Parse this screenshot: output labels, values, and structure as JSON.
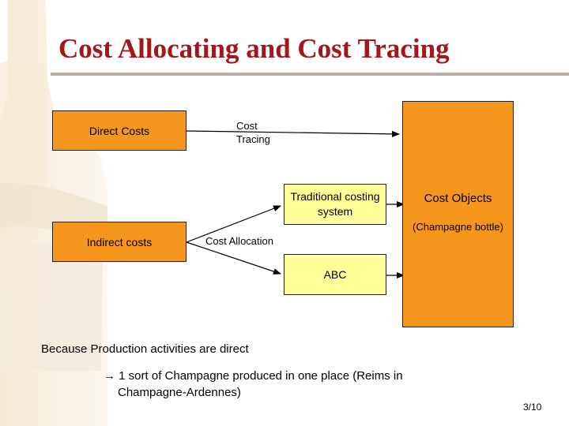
{
  "title": "Cost Allocating and Cost Tracing",
  "diagram": {
    "direct_costs": "Direct Costs",
    "indirect_costs": "Indirect costs",
    "cost_tracing_label": "Cost Tracing",
    "cost_allocation_label": "Cost Allocation",
    "traditional_costing": "Traditional costing system",
    "abc": "ABC",
    "cost_objects_title": "Cost Objects",
    "cost_objects_example": "(Champagne bottle)"
  },
  "notes": {
    "line1": "Because Production activities are direct",
    "line2_arrow": "→",
    "line2_text_a": " 1 sort of Champagne produced in one place (Reims in",
    "line2_text_b": "Champagne-Ardennes)"
  },
  "page_number": "3/10",
  "colors": {
    "title": "#a3161a",
    "orange_box": "#f7961d",
    "yellow_box": "#ffff99"
  }
}
